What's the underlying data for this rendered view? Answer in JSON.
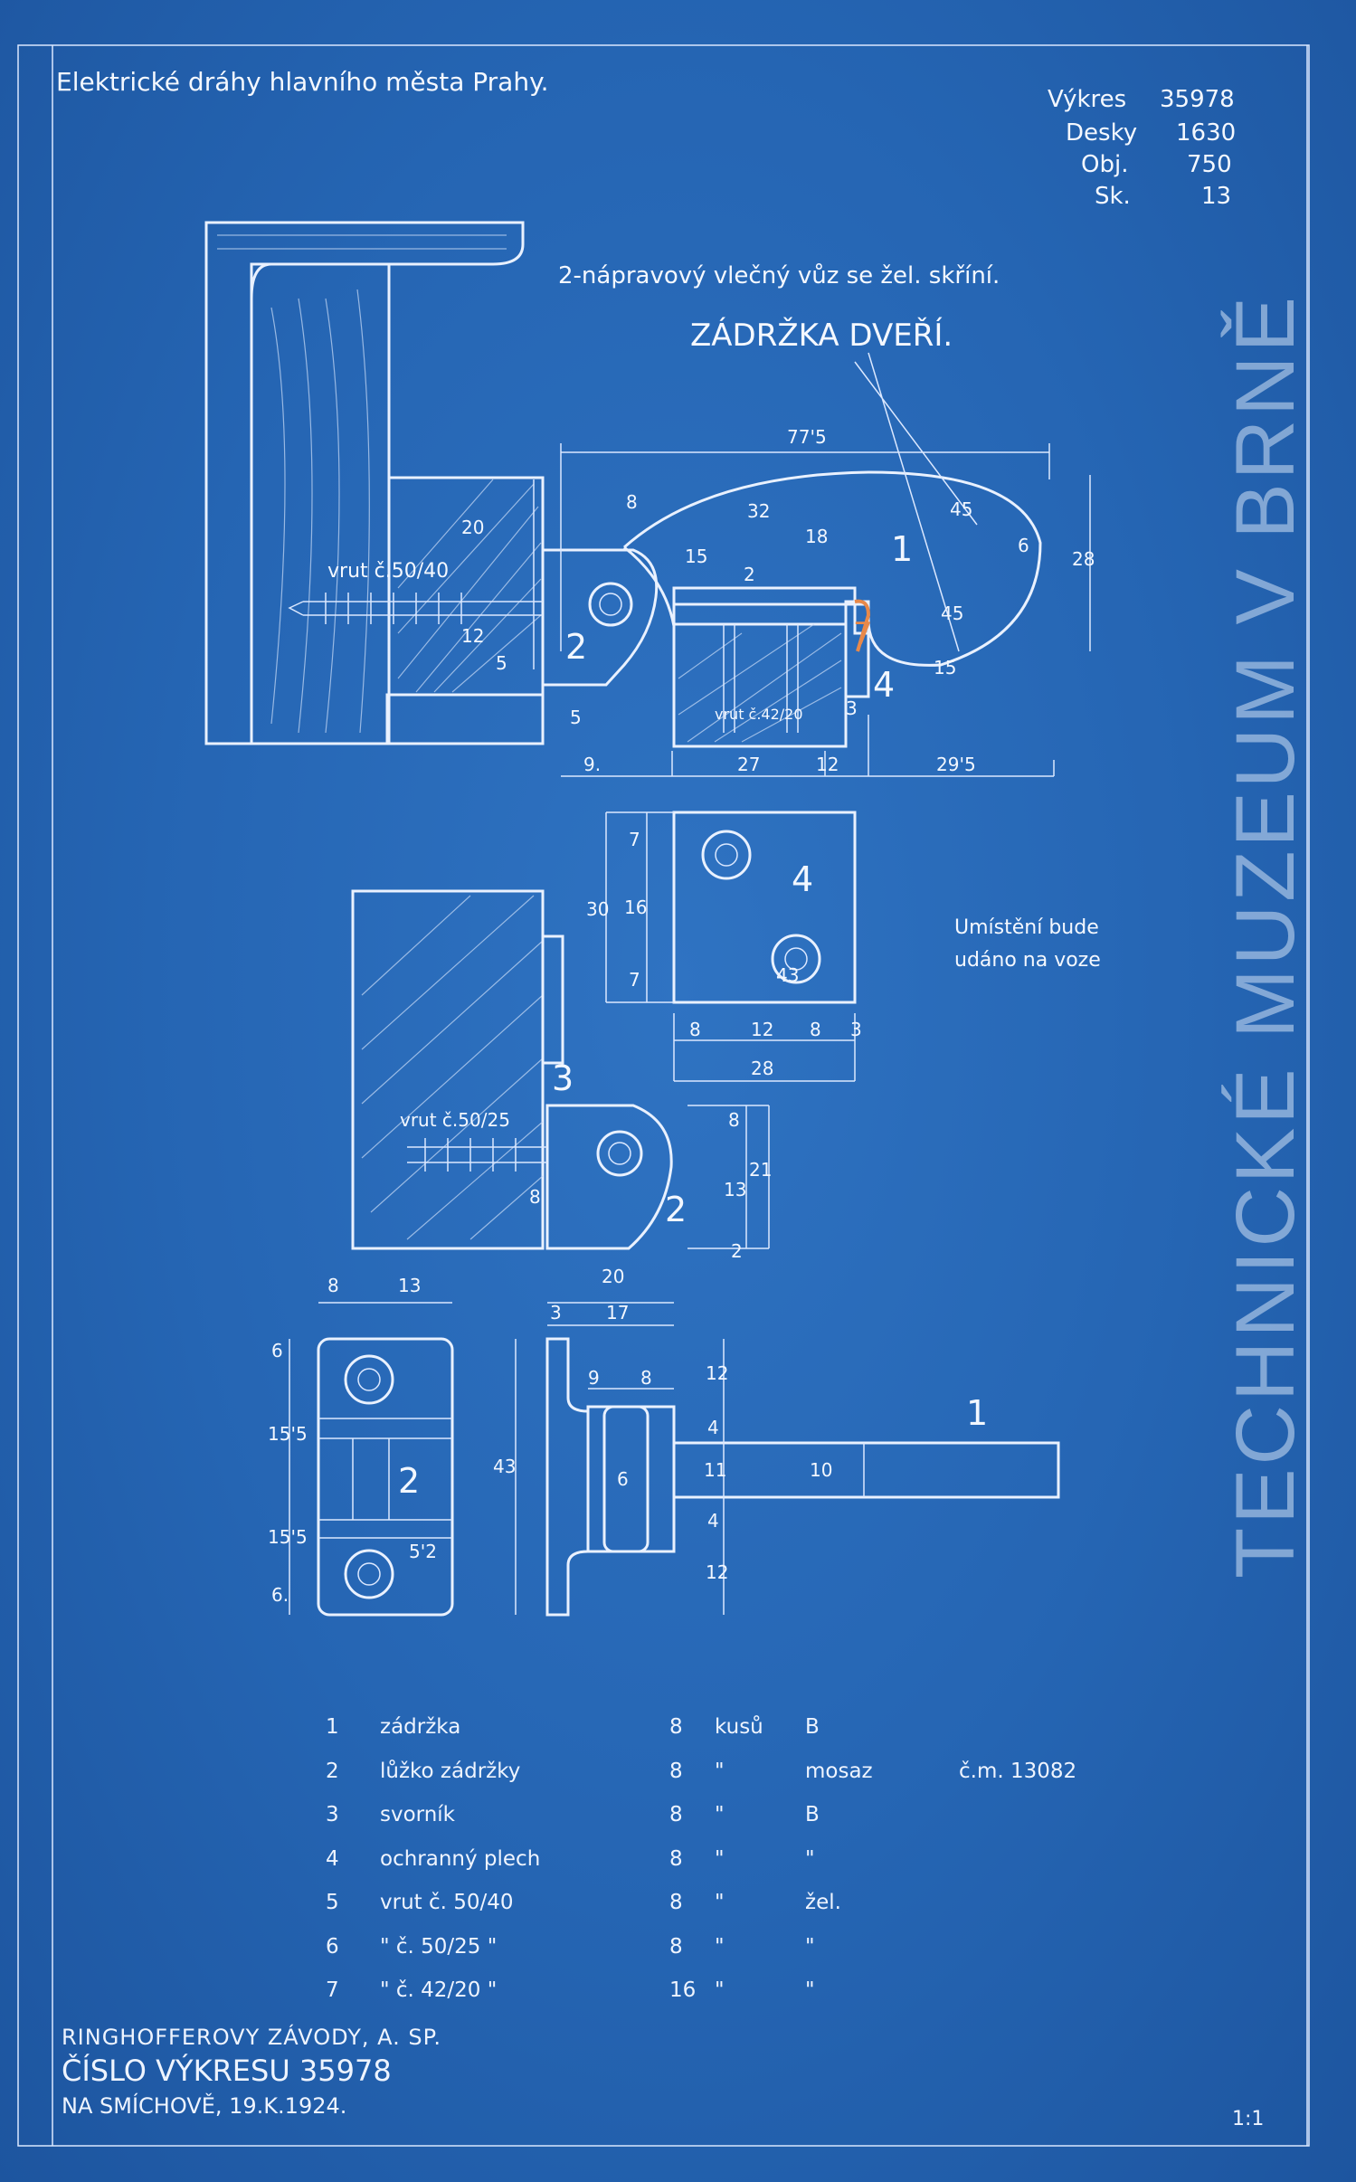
{
  "header": {
    "owner": "Elektrické dráhy hlavního města Prahy.",
    "drawing_no_label": "Výkres",
    "drawing_no": "35978",
    "desky_label": "Desky",
    "desky": "1630",
    "obj_label": "Obj.",
    "obj": "750",
    "sk_label": "Sk.",
    "sk": "13",
    "subtitle": "2-nápravový vlečný vůz se žel. skříní.",
    "title": "ZÁDRŽKA DVEŘÍ."
  },
  "notes": {
    "line1": "Umístění bude",
    "line2": "udáno na voze"
  },
  "screws": {
    "top": "vrut č.50/40",
    "mid": "vrut č.50/25",
    "small": "vrut č.42/20"
  },
  "part_numbers": {
    "p1": "1",
    "p2": "2",
    "p3": "3",
    "p4": "4",
    "p7": "7"
  },
  "dims": {
    "a": "77'5",
    "b": "8",
    "c": "32",
    "d": "18",
    "e": "15",
    "f": "2",
    "g": "45",
    "h": "6",
    "i": "28",
    "j": "20",
    "k": "12",
    "l": "5",
    "m": "15",
    "n": "3",
    "o": "5",
    "p": "9.",
    "q": "27",
    "r": "12",
    "s": "29'5",
    "t": "45",
    "u": "7",
    "v": "16",
    "w": "30",
    "x": "7",
    "y": "43",
    "z1": "8",
    "z2": "12",
    "z3": "8",
    "z4": "3",
    "z5": "28",
    "m1": "8",
    "m2": "13",
    "m3": "21",
    "m4": "2",
    "m5": "8",
    "b1": "8",
    "b2": "13",
    "b3": "20",
    "b4": "3",
    "b5": "17",
    "b6": "6",
    "b7": "15'5",
    "b8": "15'5",
    "b9": "6.",
    "b10": "5'2",
    "b11": "43",
    "b12": "9",
    "b13": "8",
    "b14": "12",
    "b15": "4",
    "b16": "11",
    "b17": "4",
    "b18": "12",
    "b19": "6",
    "b20": "10"
  },
  "parts_list": [
    {
      "no": "1",
      "name": "zádržka",
      "qty": "8",
      "unit": "kusů",
      "material": "B",
      "ref": ""
    },
    {
      "no": "2",
      "name": "lůžko zádržky",
      "qty": "8",
      "unit": "\"",
      "material": "mosaz",
      "ref": "č.m. 13082"
    },
    {
      "no": "3",
      "name": "svorník",
      "qty": "8",
      "unit": "\"",
      "material": "B",
      "ref": ""
    },
    {
      "no": "4",
      "name": "ochranný plech",
      "qty": "8",
      "unit": "\"",
      "material": "\"",
      "ref": ""
    },
    {
      "no": "5",
      "name": "vrut č. 50/40",
      "qty": "8",
      "unit": "\"",
      "material": "žel.",
      "ref": ""
    },
    {
      "no": "6",
      "name": "\" č. 50/25 \"",
      "qty": "8",
      "unit": "\"",
      "material": "\"",
      "ref": ""
    },
    {
      "no": "7",
      "name": "\" č. 42/20 \"",
      "qty": "16",
      "unit": "\"",
      "material": "\"",
      "ref": ""
    }
  ],
  "footer": {
    "company": "RINGHOFFEROVY ZÁVODY, A. SP.",
    "drawing_number": "ČÍSLO VÝKRESU 35978",
    "place_date": "NA SMÍCHOVĚ, 19.K.1924.",
    "scale": "1:1"
  },
  "watermark": "TECHNICKÉ MUZEUM V BRNĚ",
  "colors": {
    "paper": "#2565b3",
    "line": "#e9f1ff",
    "accent": "#e8894a"
  }
}
